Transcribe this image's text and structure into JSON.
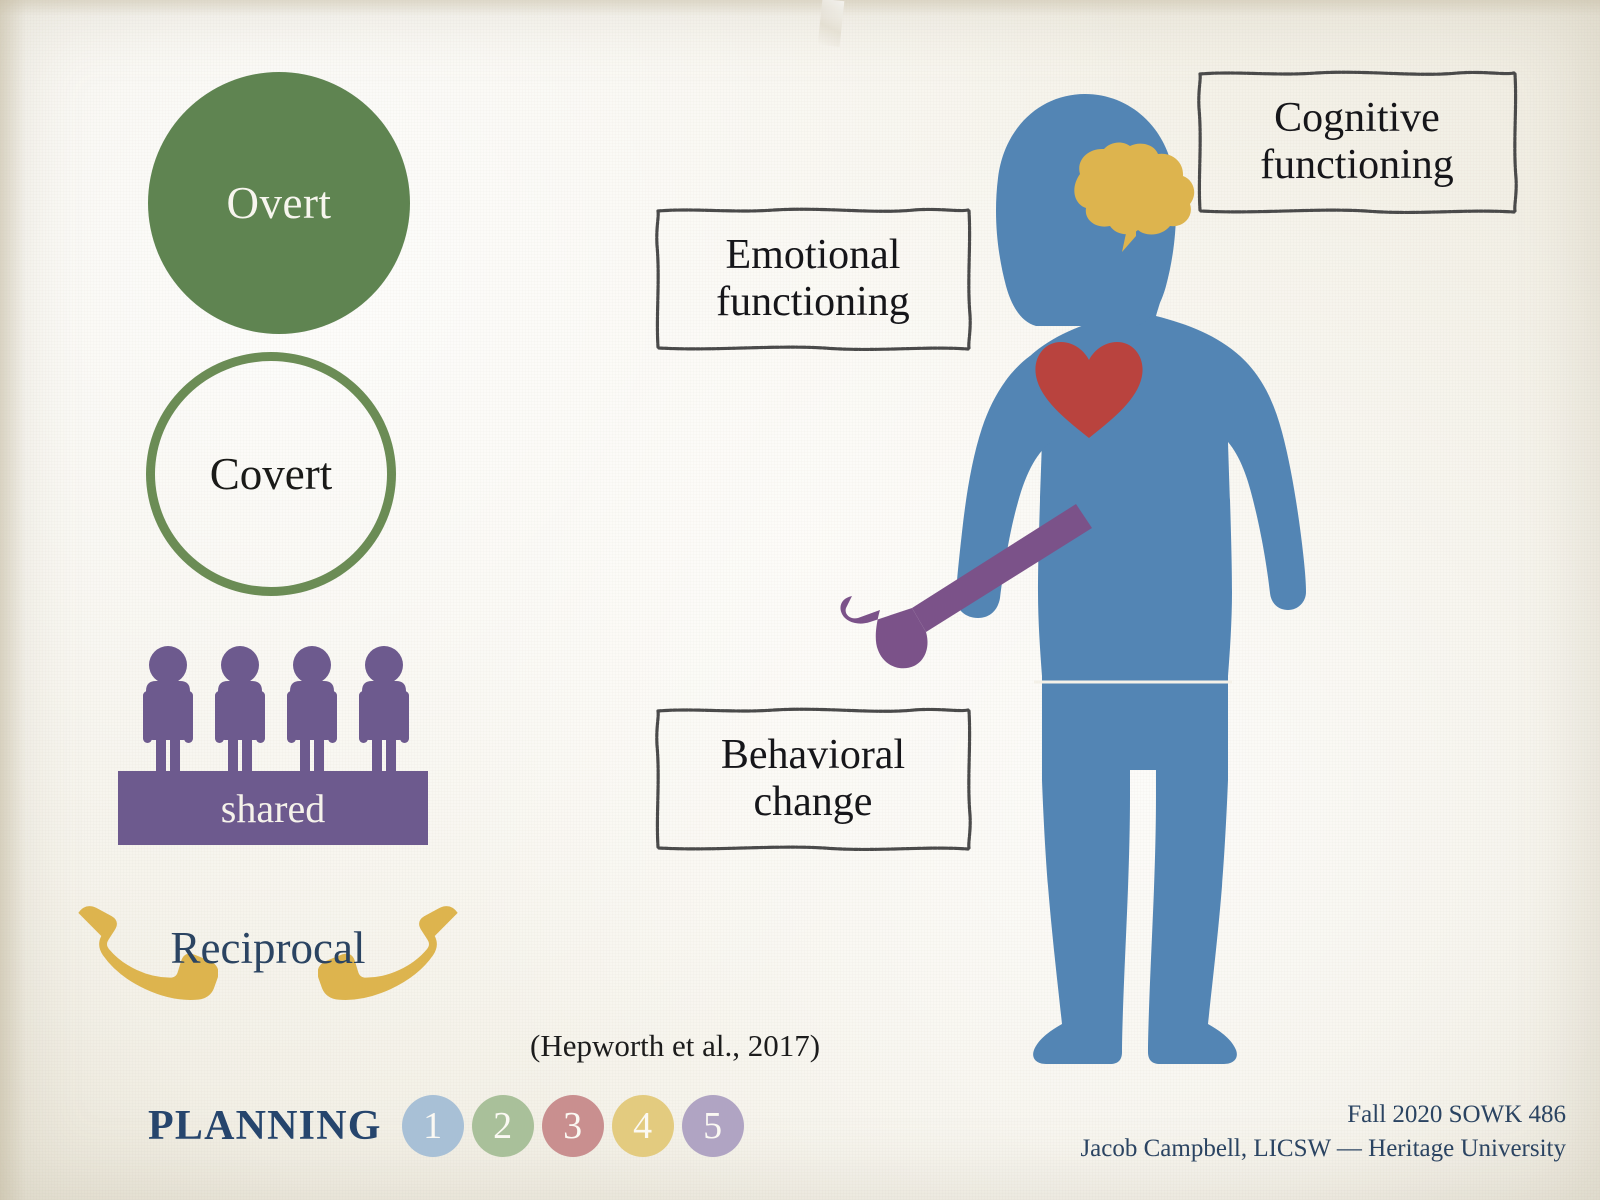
{
  "slide": {
    "title_context": "Family communication and functioning concepts slide",
    "citation": "(Hepworth et al., 2017)"
  },
  "left_column": {
    "overt": {
      "label": "Overt",
      "shape": "filled-circle",
      "color": "#5f8451",
      "text_color": "#f7f5ee"
    },
    "covert": {
      "label": "Covert",
      "shape": "outline-circle",
      "color": "#6b8c55",
      "text_color": "#1a1a18"
    },
    "shared": {
      "label": "shared",
      "icon": "four-people-icon",
      "color": "#6d5a8e",
      "text_color": "#f5f2ea",
      "people_count": 4
    },
    "reciprocal": {
      "label": "Reciprocal",
      "icon": "telephone-handset-icon",
      "icon_color": "#ddb44e",
      "text_color": "#2b4462"
    }
  },
  "label_boxes": [
    {
      "id": "emotional",
      "line1": "Emotional",
      "line2": "functioning",
      "border_color": "#4a4a4a"
    },
    {
      "id": "cognitive",
      "line1": "Cognitive",
      "line2": "functioning",
      "border_color": "#4a4a4a"
    },
    {
      "id": "behavioral",
      "line1": "Behavioral",
      "line2": "change",
      "border_color": "#4a4a4a"
    }
  ],
  "figure": {
    "name": "person-silhouette",
    "body_color": "#5385b4",
    "brain": {
      "name": "brain-icon",
      "color": "#ddb44e"
    },
    "heart": {
      "name": "heart-icon",
      "color": "#b9433e"
    },
    "hammer": {
      "name": "hammer-icon",
      "color": "#7b5289"
    }
  },
  "footer": {
    "planning_label": "PLANNING",
    "planning_color": "#26456d",
    "steps": [
      {
        "number": "1",
        "color": "#a8c0d6"
      },
      {
        "number": "2",
        "color": "#a9c09a"
      },
      {
        "number": "3",
        "color": "#c98f8f"
      },
      {
        "number": "4",
        "color": "#e3cb7f"
      },
      {
        "number": "5",
        "color": "#b0a4c3"
      }
    ],
    "course": "Fall 2020 SOWK 486",
    "instructor": "Jacob Campbell, LICSW — Heritage University"
  }
}
